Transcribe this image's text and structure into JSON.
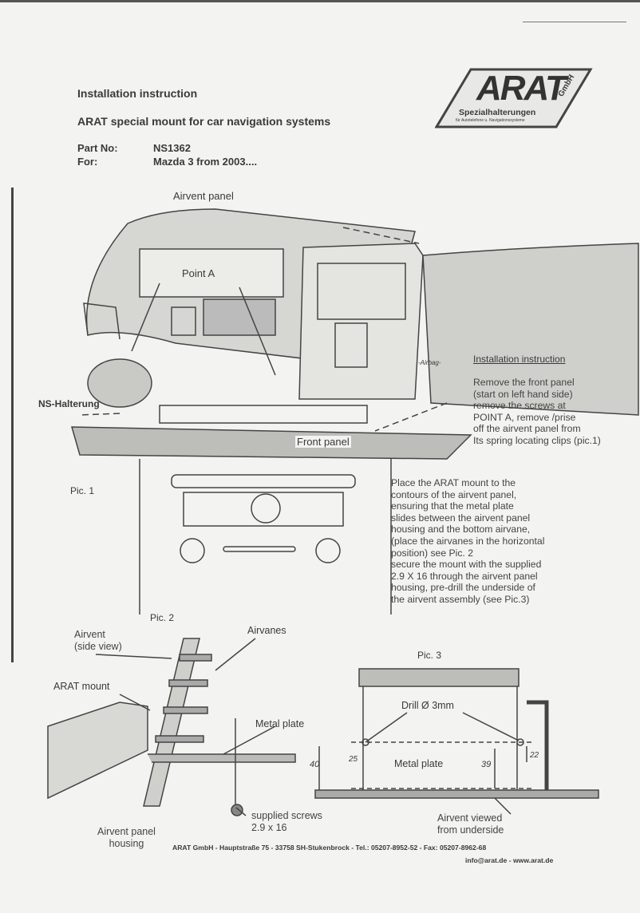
{
  "header": {
    "title": "Installation instruction",
    "subtitle": "ARAT special mount for car navigation systems",
    "part_no_label": "Part No:",
    "part_no": "NS1362",
    "for_label": "For:",
    "for_value": "Mazda 3 from 2003...."
  },
  "logo": {
    "text": "ARAT",
    "gmbh": "GmbH",
    "tagline": "Spezialhalterungen",
    "small": "für Autotelefone u. Navigationssysteme"
  },
  "pic1": {
    "airvent_panel": "Airvent panel",
    "point_a": "Point A",
    "ns_halterung": "NS-Halterung",
    "front_panel": "Front panel",
    "airbag": "-Airbag-",
    "caption": "Pic. 1"
  },
  "instructions": {
    "heading": "Installation instruction",
    "step1": [
      "Remove the front panel",
      "(start on left hand side)",
      "remove the screws at",
      "POINT A, remove /prise",
      "off the airvent panel from",
      "Its spring locating clips (pic.1)"
    ],
    "step2": [
      "Place the ARAT mount to the",
      "contours of the airvent panel,",
      "ensuring that the metal plate",
      "slides between the airvent panel",
      "housing and the bottom airvane,",
      "(place the airvanes in the horizontal",
      "position) see Pic. 2",
      "secure the mount with the supplied",
      "2.9 X 16 through the airvent panel",
      "housing, pre-drill the underside of",
      "the airvent assembly (see Pic.3)"
    ]
  },
  "pic2": {
    "caption": "Pic. 2",
    "airvent_side": [
      "Airvent",
      "(side view)"
    ],
    "airvanes": "Airvanes",
    "arat_mount": "ARAT mount",
    "metal_plate": "Metal plate",
    "screws": [
      "supplied screws",
      "2.9 x 16"
    ],
    "housing": [
      "Airvent panel",
      "housing"
    ]
  },
  "pic3": {
    "caption": "Pic. 3",
    "drill": "Drill Ø 3mm",
    "metal_plate": "Metal plate",
    "dims": [
      "40",
      "25",
      "39",
      "22"
    ],
    "viewed": [
      "Airvent viewed",
      "from underside"
    ]
  },
  "footer": {
    "line1": "ARAT GmbH  -  Hauptstraße 75  -  33758 SH-Stukenbrock  -  Tel.: 05207-8952-52  -  Fax: 05207-8962-68",
    "line2": "info@arat.de  -  www.arat.de"
  }
}
